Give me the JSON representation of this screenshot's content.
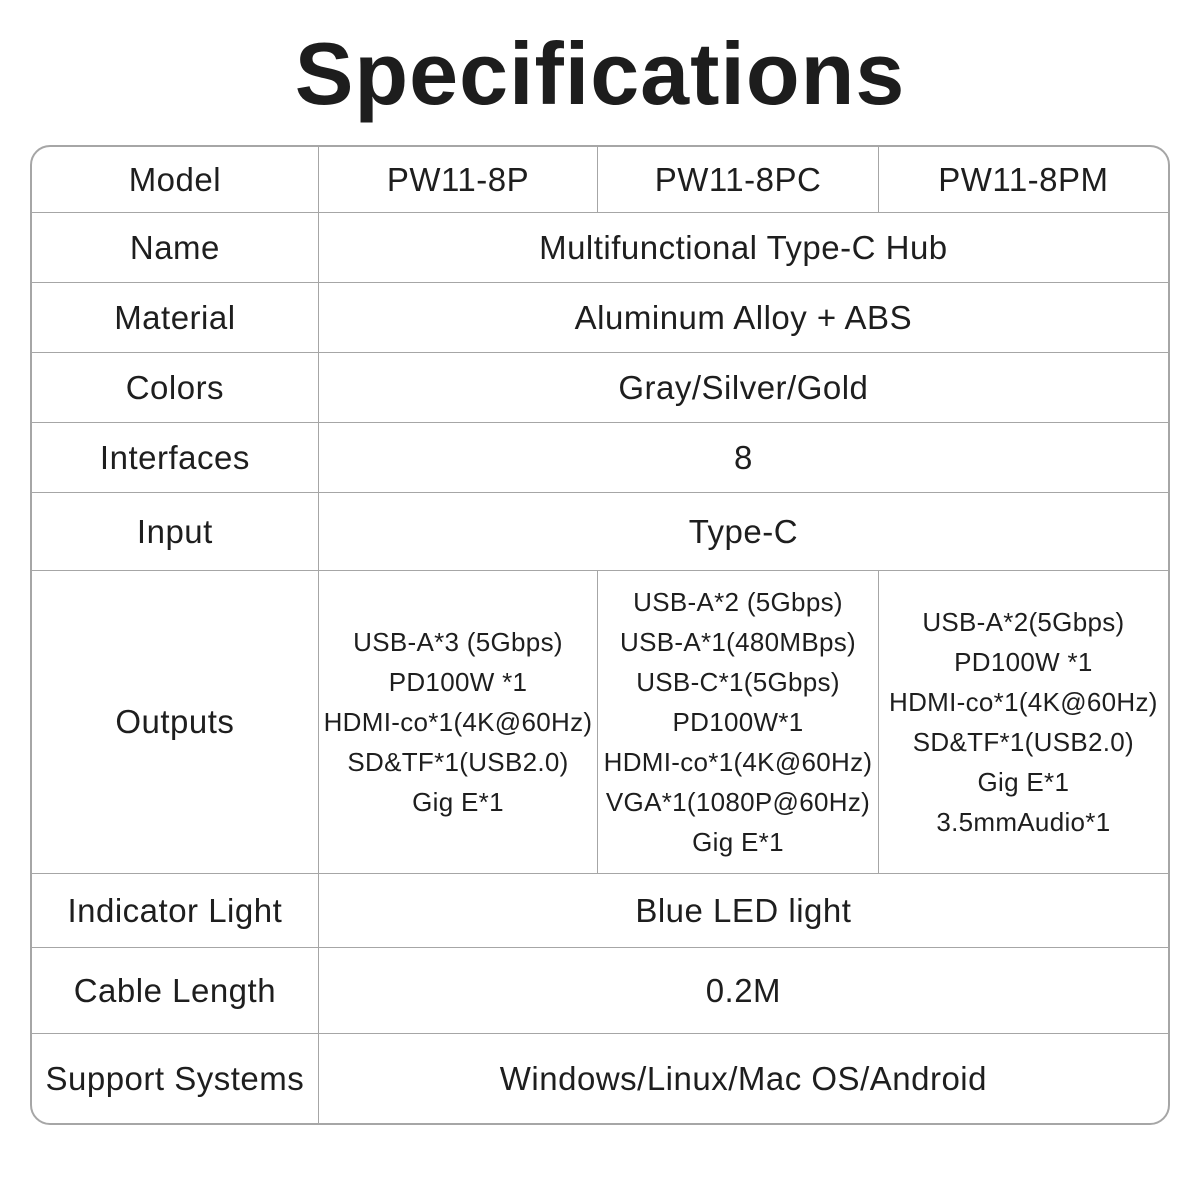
{
  "title": "Specifications",
  "table": {
    "model_row": {
      "label": "Model",
      "models": [
        "PW11-8P",
        "PW11-8PC",
        "PW11-8PM"
      ]
    },
    "rows_top": [
      {
        "label": "Name",
        "value": "Multifunctional Type-C Hub"
      },
      {
        "label": "Material",
        "value": "Aluminum Alloy + ABS"
      },
      {
        "label": "Colors",
        "value": "Gray/Silver/Gold"
      },
      {
        "label": "Interfaces",
        "value": "8"
      },
      {
        "label": "Input",
        "value": "Type-C"
      }
    ],
    "outputs": {
      "label": "Outputs",
      "columns": [
        {
          "lines": [
            "USB-A*3 (5Gbps)",
            "PD100W *1",
            "HDMI-co*1(4K@60Hz)",
            "SD&TF*1(USB2.0)",
            "Gig E*1"
          ]
        },
        {
          "lines": [
            "USB-A*2 (5Gbps)",
            "USB-A*1(480MBps)",
            "USB-C*1(5Gbps)",
            "PD100W*1",
            "HDMI-co*1(4K@60Hz)",
            "VGA*1(1080P@60Hz)",
            "Gig E*1"
          ]
        },
        {
          "lines": [
            "USB-A*2(5Gbps)",
            "PD100W *1",
            "HDMI-co*1(4K@60Hz)",
            "SD&TF*1(USB2.0)",
            "Gig E*1",
            "3.5mmAudio*1"
          ]
        }
      ]
    },
    "rows_bottom": [
      {
        "label": "Indicator Light",
        "value": "Blue LED light"
      },
      {
        "label": "Cable Length",
        "value": "0.2M"
      },
      {
        "label": "Support Systems",
        "value": "Windows/Linux/Mac OS/Android"
      }
    ]
  },
  "colors": {
    "text": "#1e1e1e",
    "border": "#a6a6a6",
    "background": "#ffffff"
  }
}
